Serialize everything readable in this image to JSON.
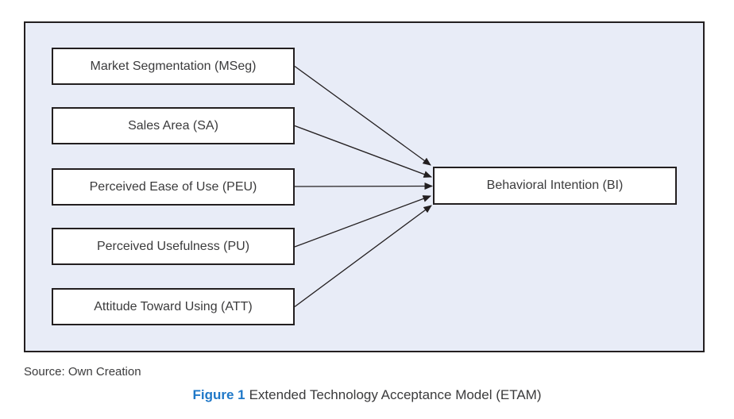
{
  "diagram": {
    "nodes": [
      {
        "id": "MSeg",
        "label": "Market Segmentation (MSeg)"
      },
      {
        "id": "SA",
        "label": "Sales Area (SA)"
      },
      {
        "id": "PEU",
        "label": "Perceived Ease of Use (PEU)"
      },
      {
        "id": "PU",
        "label": "Perceived Usefulness (PU)"
      },
      {
        "id": "ATT",
        "label": "Attitude Toward Using (ATT)"
      }
    ],
    "target": {
      "id": "BI",
      "label": "Behavioral Intention (BI)"
    },
    "edges": [
      {
        "from": "MSeg",
        "to": "BI"
      },
      {
        "from": "SA",
        "to": "BI"
      },
      {
        "from": "PEU",
        "to": "BI"
      },
      {
        "from": "PU",
        "to": "BI"
      },
      {
        "from": "ATT",
        "to": "BI"
      }
    ],
    "colors": {
      "panel_background": "#E8ECF7",
      "panel_border": "#231F20",
      "node_background": "#FFFFFF",
      "node_border": "#231F20",
      "arrow": "#231F20",
      "text": "#3B3B3C",
      "figure_label_blue": "#1F78C8"
    }
  },
  "figure": {
    "source_note": "Source: Own Creation",
    "caption_label": "Figure 1",
    "caption_title": "Extended Technology Acceptance Model (ETAM)"
  }
}
